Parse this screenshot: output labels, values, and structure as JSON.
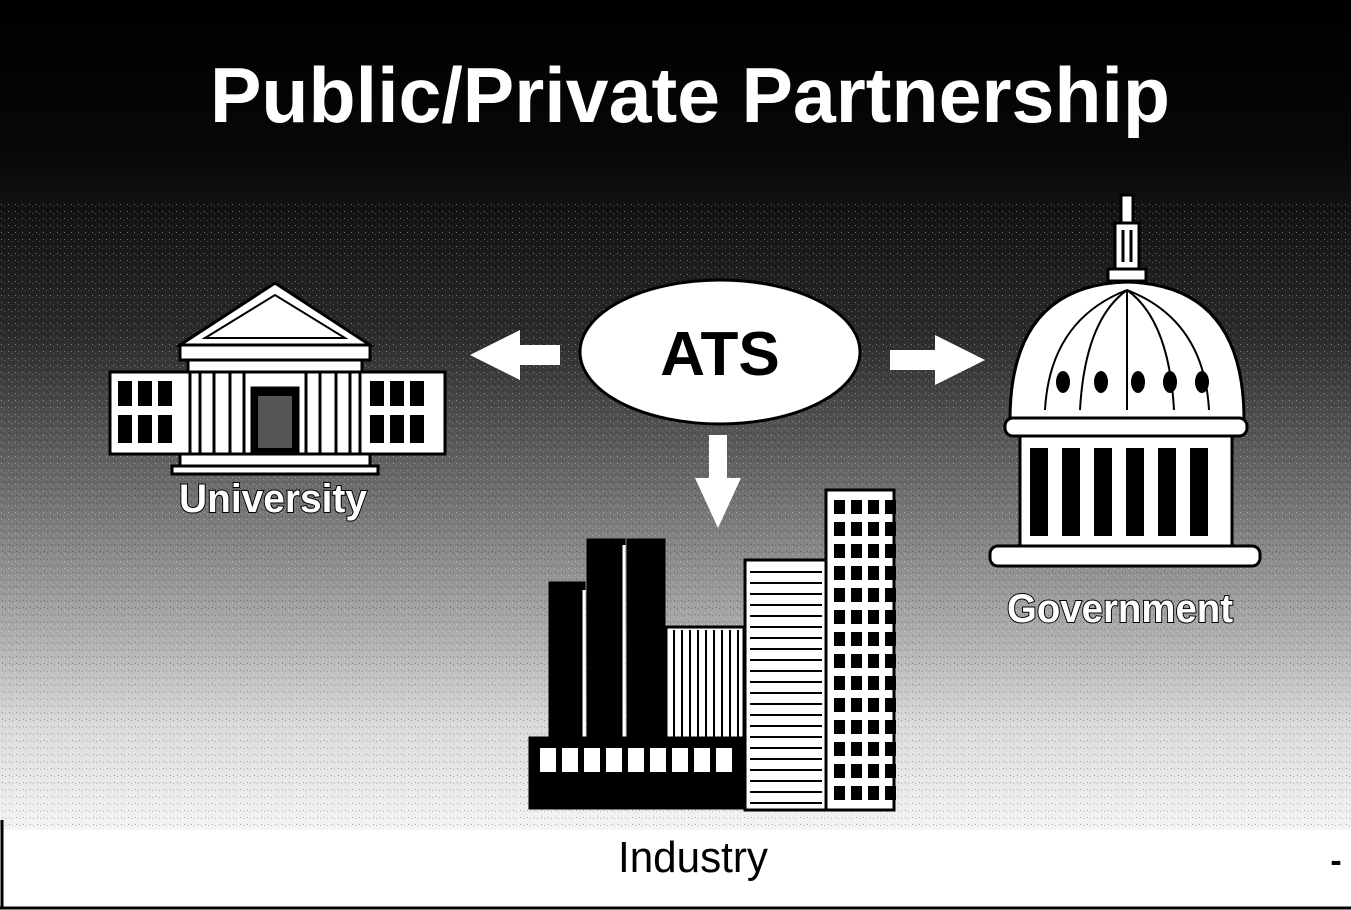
{
  "title": "Public/Private Partnership",
  "center_label": "ATS",
  "nodes": {
    "university": "University",
    "government": "Government",
    "industry": "Industry"
  },
  "stray_mark": "-"
}
